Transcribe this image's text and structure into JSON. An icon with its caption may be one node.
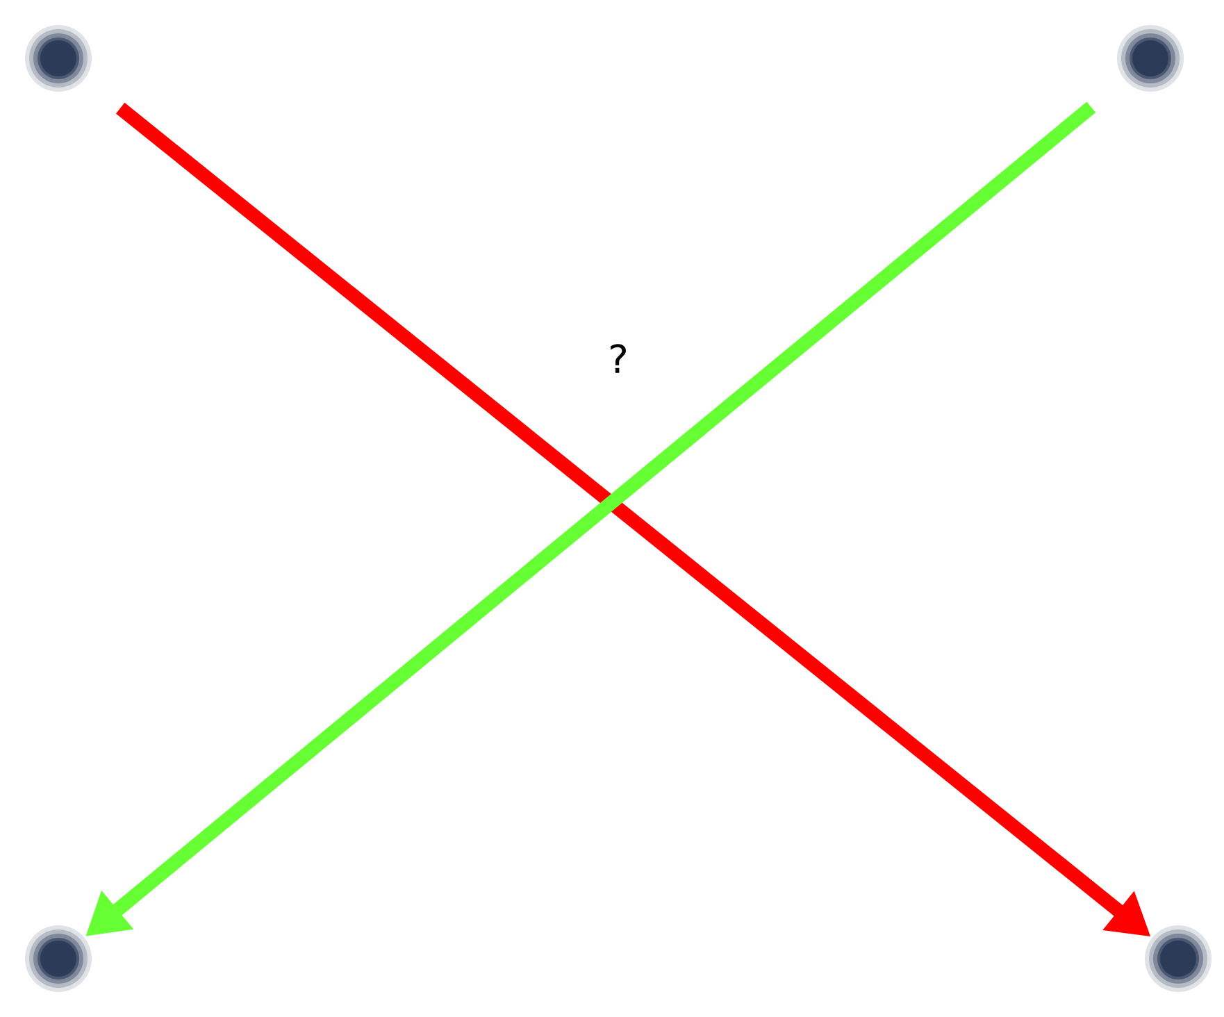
{
  "diagram": {
    "nodes": [
      {
        "text": [],
        "shape": "circle"
      },
      {
        "text": [],
        "shape": "circle"
      },
      {
        "text": [],
        "shape": "circle"
      },
      {
        "text": [],
        "shape": "circle"
      }
    ],
    "edges": [
      {
        "from": 0,
        "to": 3,
        "arrow": "to",
        "color": "#ff0000"
      },
      {
        "from": 1,
        "to": 2,
        "arrow": "to",
        "color": "#66ff33"
      }
    ],
    "labels": [
      "?"
    ]
  }
}
